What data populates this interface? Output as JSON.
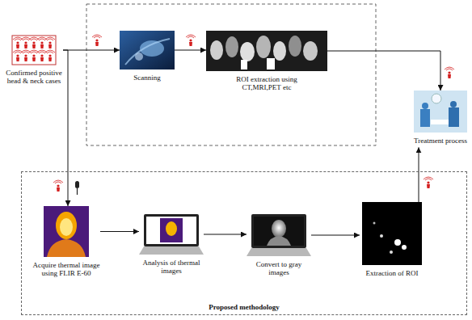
{
  "diagram": {
    "nodes": [
      {
        "text": [
          "Confirmed positive head & neck cases"
        ]
      },
      {
        "text": [
          "Scanning"
        ]
      },
      {
        "text": [
          "ROI extraction using CT,MRI,PET etc"
        ]
      },
      {
        "text": [
          "Treatment process"
        ]
      },
      {
        "text": [
          "Proposed methodology"
        ]
      },
      {
        "text": [
          "Acquire thermal image using FLIR E-60"
        ],
        "in": 4
      },
      {
        "text": [
          "Analysis of thermal images"
        ],
        "in": 4
      },
      {
        "text": [
          "Convert to gray images"
        ],
        "in": 4
      },
      {
        "text": [
          "Extraction of ROI"
        ],
        "in": 4
      }
    ],
    "edges": [
      {
        "from": 0,
        "to": 1,
        "arrow": "to"
      },
      {
        "from": 1,
        "to": 2,
        "arrow": "to"
      },
      {
        "from": 2,
        "to": 3,
        "arrow": "to"
      },
      {
        "from": 0,
        "to": 5,
        "arrow": "to"
      },
      {
        "from": 5,
        "to": 6,
        "arrow": "to"
      },
      {
        "from": 6,
        "to": 7,
        "arrow": "to"
      },
      {
        "from": 7,
        "to": 8,
        "arrow": "to"
      },
      {
        "from": 8,
        "to": 3,
        "arrow": "to"
      }
    ]
  }
}
